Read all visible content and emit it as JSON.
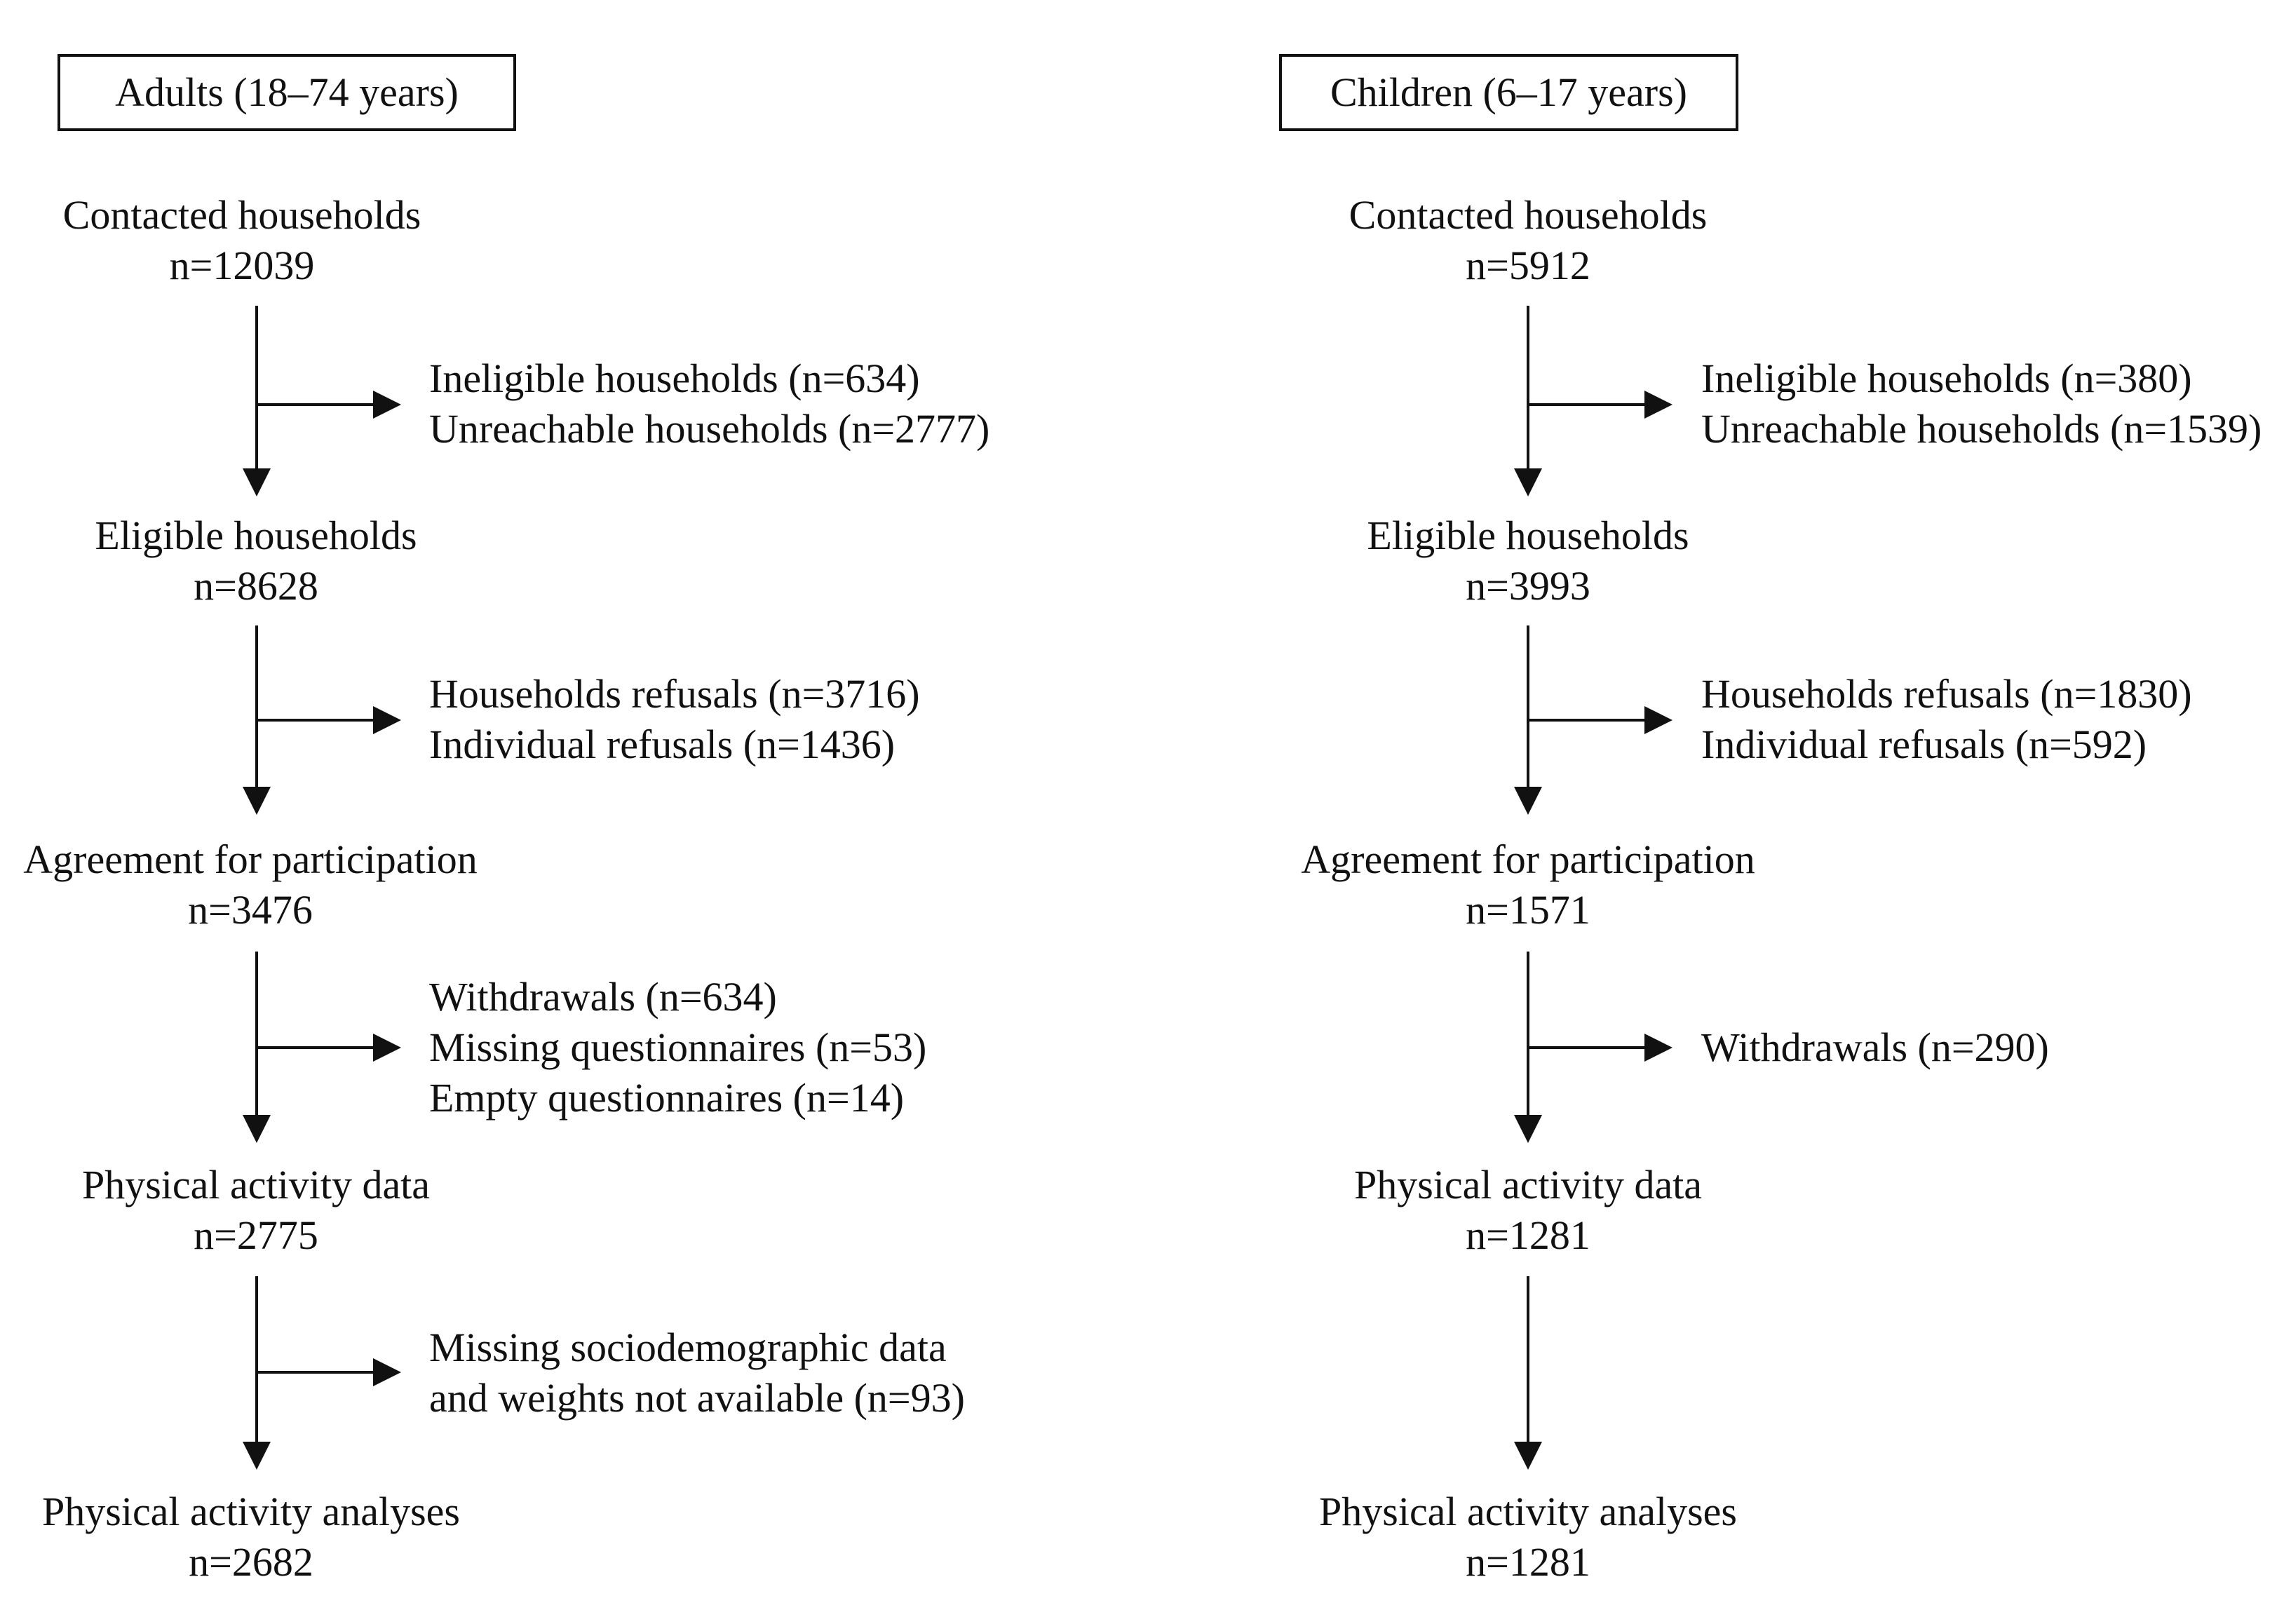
{
  "adults": {
    "header": "Adults (18–74 years)",
    "stages": [
      {
        "label": "Contacted households",
        "count": "n=12039"
      },
      {
        "label": "Eligible  households",
        "count": "n=8628"
      },
      {
        "label": "Agreement for participation",
        "count": "n=3476"
      },
      {
        "label": "Physical activity  data",
        "count": "n=2775"
      },
      {
        "label": "Physical activity  analyses",
        "count": "n=2682"
      }
    ],
    "exclusions": [
      [
        "Ineligible  households (n=634)",
        "Unreachable households (n=2777)"
      ],
      [
        "Households refusals (n=3716)",
        "Individual refusals (n=1436)"
      ],
      [
        "Withdrawals (n=634)",
        "Missing questionnaires (n=53)",
        "Empty questionnaires (n=14)"
      ],
      [
        "Missing sociodemographic data",
        "and weights not available  (n=93)"
      ]
    ]
  },
  "children": {
    "header": "Children (6–17 years)",
    "stages": [
      {
        "label": "Contacted households",
        "count": "n=5912"
      },
      {
        "label": "Eligible  households",
        "count": "n=3993"
      },
      {
        "label": "Agreement for participation",
        "count": "n=1571"
      },
      {
        "label": "Physical activity  data",
        "count": "n=1281"
      },
      {
        "label": "Physical activity  analyses",
        "count": "n=1281"
      }
    ],
    "exclusions": [
      [
        "Ineligible  households (n=380)",
        "Unreachable households (n=1539)"
      ],
      [
        "Households refusals (n=1830)",
        "Individual refusals (n=592)"
      ],
      [
        "Withdrawals (n=290)"
      ]
    ]
  }
}
